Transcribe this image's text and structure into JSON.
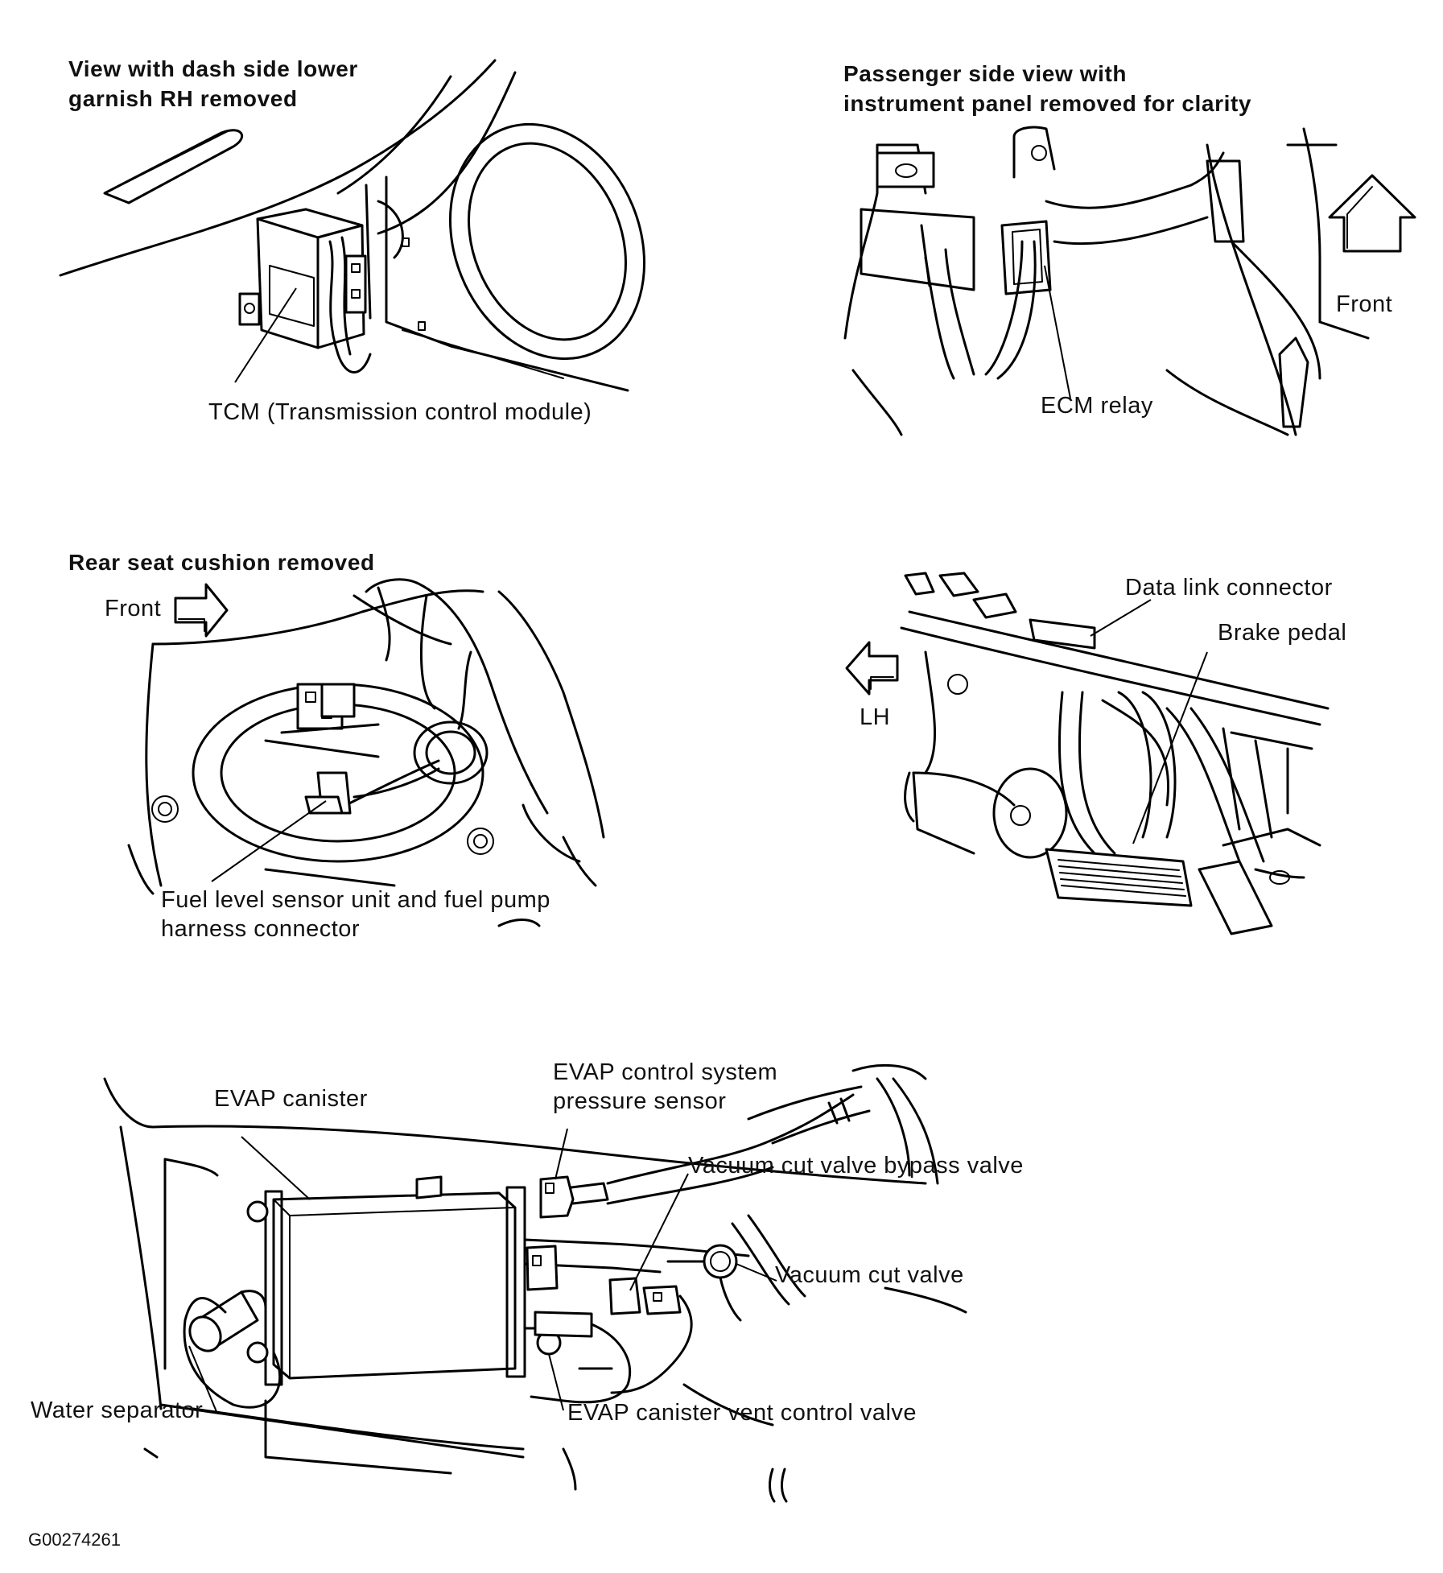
{
  "panels": {
    "tcm": {
      "heading_line1": "View with dash side lower",
      "heading_line2": "garnish RH removed",
      "label": "TCM (Transmission control module)"
    },
    "ecm": {
      "heading_line1": "Passenger side view with",
      "heading_line2": "instrument panel removed for clarity",
      "direction": "Front",
      "label": "ECM relay"
    },
    "fuel": {
      "heading": "Rear seat cushion removed",
      "direction": "Front",
      "label_line1": "Fuel level sensor unit and fuel pump",
      "label_line2": "harness connector"
    },
    "dlc": {
      "direction": "LH",
      "label_connector": "Data link connector",
      "label_pedal": "Brake pedal"
    },
    "evap": {
      "canister": "EVAP canister",
      "pressure_sensor_line1": "EVAP control system",
      "pressure_sensor_line2": "pressure sensor",
      "bypass_valve": "Vacuum cut valve bypass valve",
      "cut_valve": "Vacuum cut valve",
      "water_separator": "Water separator",
      "vent_valve": "EVAP canister vent control valve"
    }
  },
  "figure_id": "G00274261"
}
